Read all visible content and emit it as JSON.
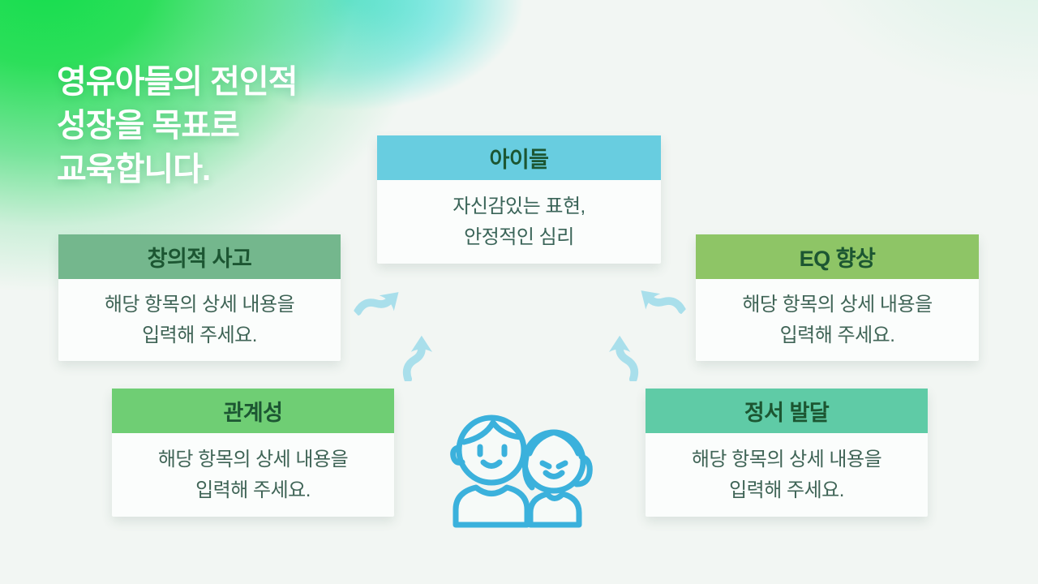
{
  "slide": {
    "title": {
      "lines": [
        "영유아들의 전인적",
        "성장을 목표로",
        "교육합니다."
      ]
    },
    "center_card": {
      "title": "아이들",
      "body": "자신감있는 표현,\n안정적인 심리",
      "header_color": "#68CDE0"
    },
    "cards": [
      {
        "id": "creative-thinking",
        "title": "창의적 사고",
        "body": "해당 항목의 상세 내용을\n입력해 주세요.",
        "header_color": "#74B78D"
      },
      {
        "id": "eq-improvement",
        "title": "EQ 향상",
        "body": "해당 항목의 상세 내용을\n입력해 주세요.",
        "header_color": "#8EC566"
      },
      {
        "id": "relationship",
        "title": "관계성",
        "body": "해당 항목의 상세 내용을\n입력해 주세요.",
        "header_color": "#6FCE74"
      },
      {
        "id": "emotional-growth",
        "title": "정서 발달",
        "body": "해당 항목의 상세 내용을\n입력해 주세요.",
        "header_color": "#5FCBA6"
      }
    ],
    "colors": {
      "background": "#F2F6F3",
      "gradient_green": "#14DE4D",
      "gradient_cyan": "#2CDDD5",
      "arrow": "#A9DFEB",
      "children_icon_stroke": "#3BB1DC",
      "header_text": "#1C5632",
      "body_text": "#3F6456",
      "title_text": "#FFFFFF"
    }
  }
}
